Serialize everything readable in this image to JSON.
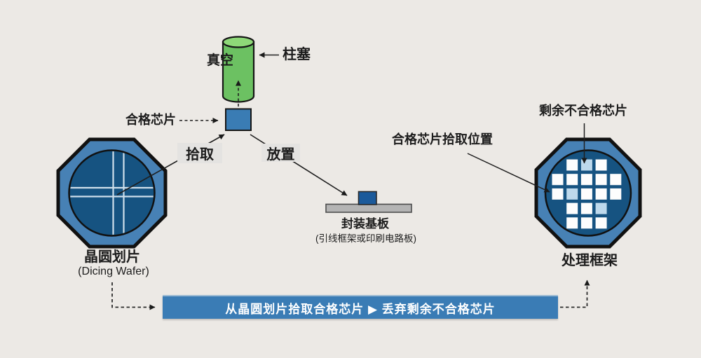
{
  "labels": {
    "vacuum": "真空",
    "plunger": "柱塞",
    "good_chip": "合格芯片",
    "pick": "拾取",
    "place": "放置",
    "substrate_title": "封装基板",
    "substrate_subtitle": "(引线框架或印刷电路板)",
    "wafer_title": "晶圆划片",
    "wafer_subtitle": "(Dicing Wafer)",
    "frame_title": "处理框架",
    "pickup_position": "合格芯片拾取位置",
    "leftover_chips": "剩余不合格芯片",
    "banner": "从晶圆划片拾取合格芯片 ▶ 丢弃剩余不合格芯片"
  },
  "colors": {
    "background": "#ece9e5",
    "octagon_blue": "#4781b5",
    "wafer_circle_blue": "#165381",
    "street_line": "#cfdfeb",
    "die_white": "#fdfdfd",
    "die_pale_blue": "#bed9ec",
    "picked_chip_blue": "#3a7cb4",
    "placed_chip_blue": "#1b5a9b",
    "plunger_green": "#6cc162",
    "plunger_top_green": "#8ed878",
    "substrate_gray": "#b4b4b4",
    "label_box_gray": "#e4e3e1",
    "banner_blue": "#3a7cb5",
    "line_dark": "#1f1f1f",
    "text_dark": "#1c1c1c"
  },
  "die_grid": {
    "rows": [
      ".WPW.",
      "WWWWW",
      "WPWWW",
      ".WWP.",
      ".WWW."
    ],
    "states": {
      "W": "#fdfdfd",
      "P": "#bed9ec"
    },
    "cols_x": [
      787.5,
      808.2,
      828.9,
      849.6,
      870.3
    ],
    "rows_y": [
      227.5,
      248.2,
      268.9,
      289.6,
      310.3
    ],
    "size": 16
  }
}
